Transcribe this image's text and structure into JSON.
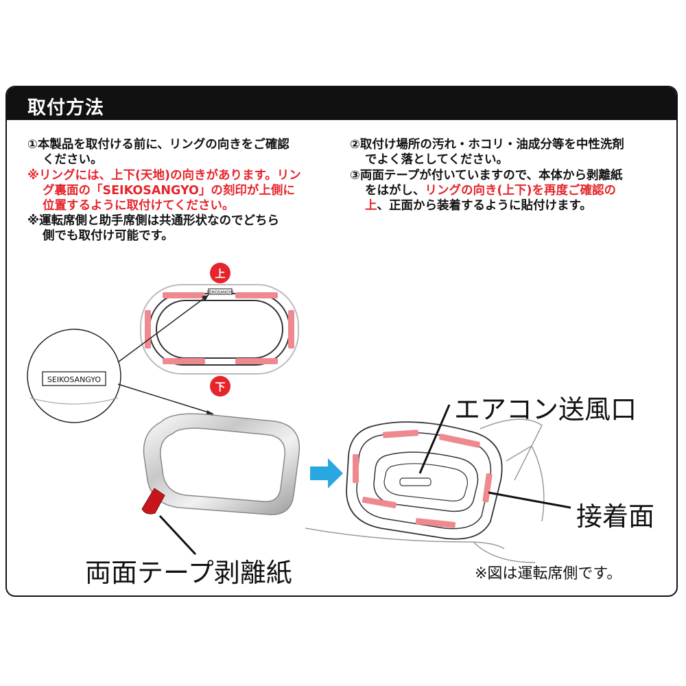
{
  "header": {
    "title": "取付方法"
  },
  "left_instructions": {
    "line1": "①本製品を取付ける前に、リングの向きをご確認",
    "line2": "ください。",
    "line3": "※リングには、上下(天地)の向きがあります。リン",
    "line4": "グ裏面の「SEIKOSANGYO」の刻印が上側に",
    "line5": "位置するように取付けてください。",
    "line6": "※運転席側と助手席側は共通形状なのでどちら",
    "line7": "側でも取付け可能です。"
  },
  "right_instructions": {
    "line1": "②取付け場所の汚れ・ホコリ・油成分等を中性洗剤",
    "line2": "でよく落としてください。",
    "line3": "③両面テープが付いていますので、本体から剥離紙",
    "line4a": "をはがし、",
    "line4b": "リングの向き(上下)を再度ご確認の",
    "line5a": "上",
    "line5b": "、正面から装着するように貼付けます。"
  },
  "diagram": {
    "top_badge": "上",
    "bottom_badge": "下",
    "engraving_small": "SEIKOSANGYO",
    "engraving_zoom": "SEIKOSANGYO",
    "label_vent": "エアコン送風口",
    "label_adhesive": "接着面",
    "label_release_paper": "両面テープ剥離紙",
    "note": "※図は運転席側です。"
  },
  "colors": {
    "header_bg": "#111111",
    "accent_red": "#e5242b",
    "tape_pink": "#ee8a8f",
    "arrow_blue": "#29a7e1"
  }
}
